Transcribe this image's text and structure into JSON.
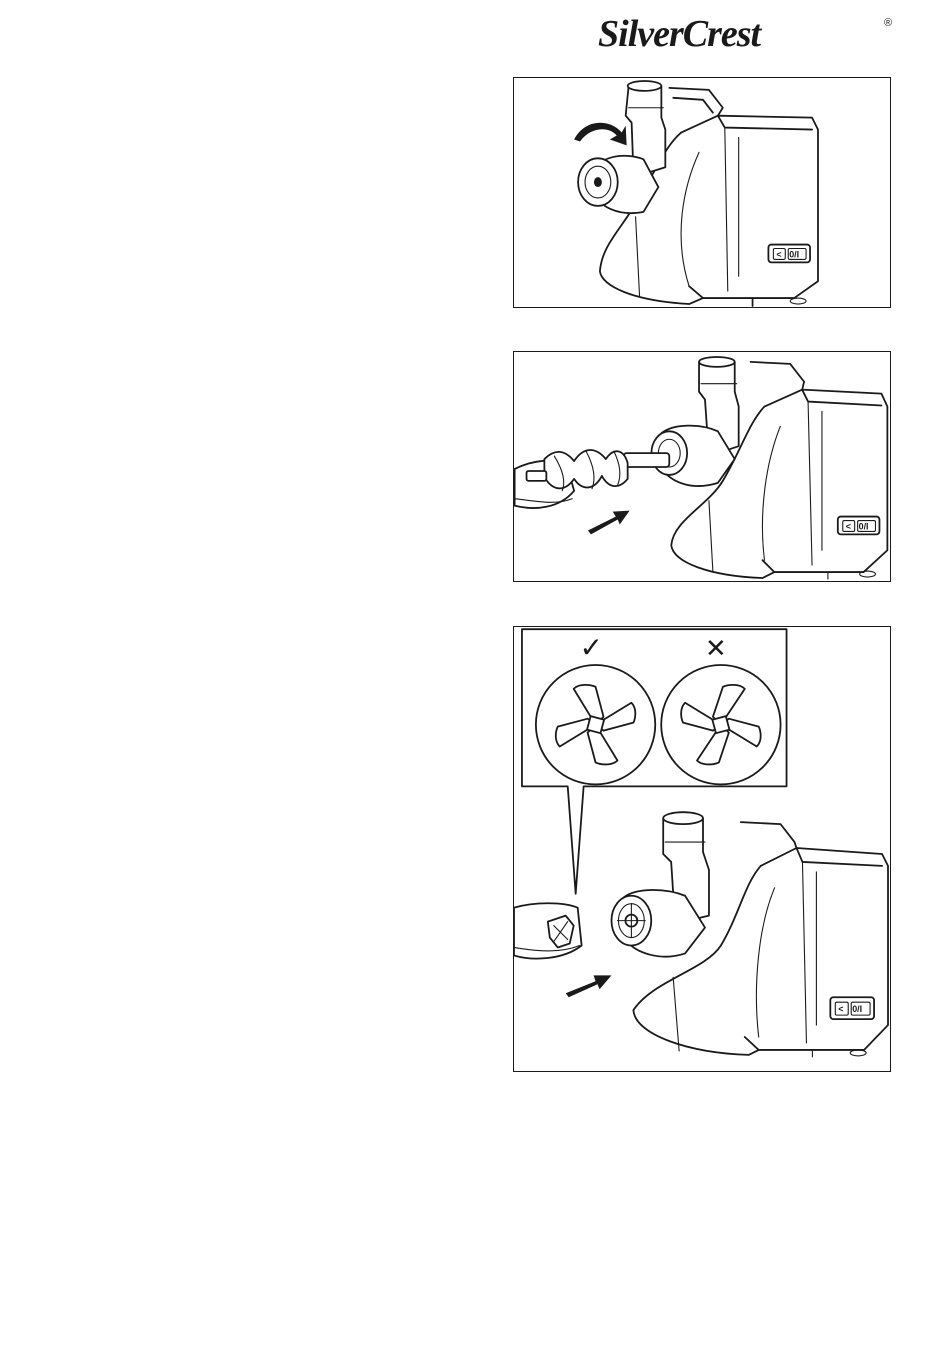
{
  "brand": {
    "name": "SilverCrest",
    "registered_mark": "®"
  },
  "figures": [
    {
      "id": "fig1",
      "step": "detach-feed-tube",
      "icon": "rotate-arrow-icon"
    },
    {
      "id": "fig2",
      "step": "insert-worm-shaft",
      "icon": "insert-arrow-icon"
    },
    {
      "id": "fig3",
      "step": "insert-cutting-blade",
      "icons": [
        "check-icon",
        "cross-icon",
        "insert-arrow-icon"
      ]
    }
  ],
  "appliance": {
    "switch_label": "0/I",
    "reverse_symbol": "<"
  },
  "blade_orientation": {
    "correct_mark": "✓",
    "incorrect_mark": "✕"
  },
  "colors": {
    "ink": "#1a1a1a",
    "paper": "#ffffff"
  }
}
